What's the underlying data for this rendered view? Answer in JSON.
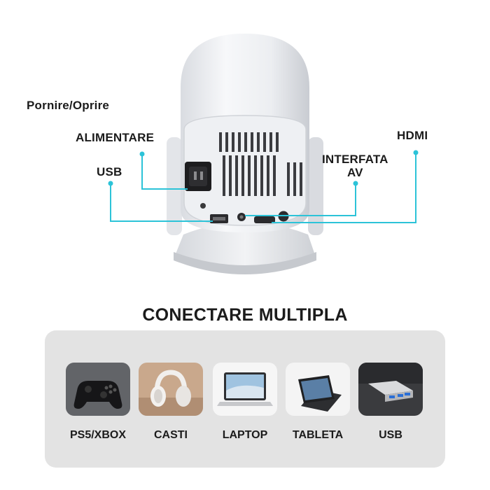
{
  "ports": {
    "power_switch": "Pornire/Oprire",
    "power_supply": "ALIMENTARE",
    "usb": "USB",
    "av_line1": "INTERFATA",
    "av_line2": "AV",
    "hdmi": "HDMI"
  },
  "section_title": "CONECTARE MULTIPLA",
  "devices": [
    {
      "label": "PS5/XBOX",
      "icon": "gamepad-icon"
    },
    {
      "label": "CASTI",
      "icon": "headphones-icon"
    },
    {
      "label": "LAPTOP",
      "icon": "laptop-icon"
    },
    {
      "label": "TABLETA",
      "icon": "tablet-icon"
    },
    {
      "label": "USB",
      "icon": "usb-hub-icon"
    }
  ],
  "colors": {
    "connector_line": "#2cc3d8",
    "panel_bg": "#e3e3e3",
    "text": "#1b1b1b"
  }
}
